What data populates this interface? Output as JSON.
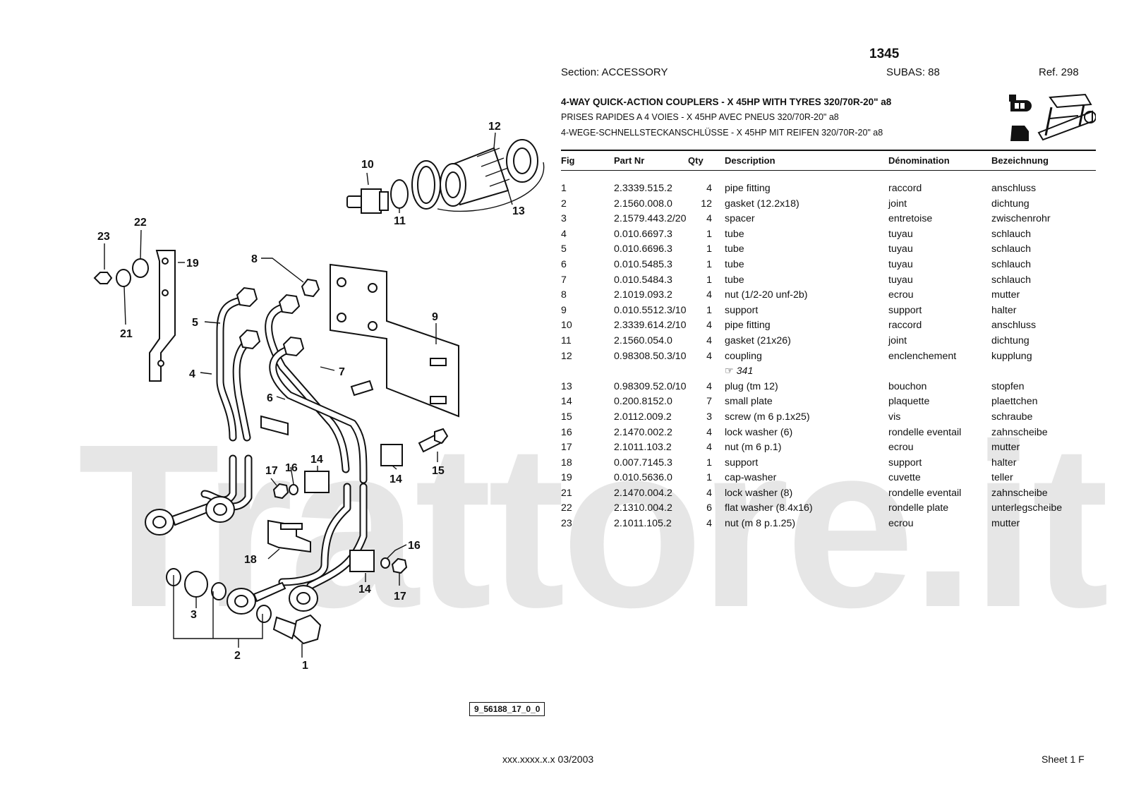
{
  "watermark": "Trattore.it",
  "header": {
    "page_number": "1345",
    "section": "Section: ACCESSORY",
    "subas": "SUBAS: 88",
    "ref": "Ref. 298",
    "title_en": "4-WAY QUICK-ACTION COUPLERS - X 45HP WITH TYRES 320/70R-20\" a8",
    "title_fr": "PRISES RAPIDES A 4 VOIES - X 45HP AVEC PNEUS 320/70R-20\" a8",
    "title_de": "4-WEGE-SCHNELLSTECKANSCHLÜSSE - X 45HP MIT REIFEN 320/70R-20\" a8"
  },
  "table": {
    "columns": [
      "Fig",
      "Part Nr",
      "Qty",
      "Description",
      "Dénomination",
      "Bezeichnung"
    ],
    "rows": [
      {
        "fig": "1",
        "part": "2.3339.515.2",
        "qty": "4",
        "desc": "pipe fitting",
        "den": "raccord",
        "bez": "anschluss"
      },
      {
        "fig": "2",
        "part": "2.1560.008.0",
        "qty": "12",
        "desc": "gasket (12.2x18)",
        "den": "joint",
        "bez": "dichtung"
      },
      {
        "fig": "3",
        "part": "2.1579.443.2/20",
        "qty": "4",
        "desc": "spacer",
        "den": "entretoise",
        "bez": "zwischenrohr"
      },
      {
        "fig": "4",
        "part": "0.010.6697.3",
        "qty": "1",
        "desc": "tube",
        "den": "tuyau",
        "bez": "schlauch"
      },
      {
        "fig": "5",
        "part": "0.010.6696.3",
        "qty": "1",
        "desc": "tube",
        "den": "tuyau",
        "bez": "schlauch"
      },
      {
        "fig": "6",
        "part": "0.010.5485.3",
        "qty": "1",
        "desc": "tube",
        "den": "tuyau",
        "bez": "schlauch"
      },
      {
        "fig": "7",
        "part": "0.010.5484.3",
        "qty": "1",
        "desc": "tube",
        "den": "tuyau",
        "bez": "schlauch"
      },
      {
        "fig": "8",
        "part": "2.1019.093.2",
        "qty": "4",
        "desc": "nut (1/2-20 unf-2b)",
        "den": "ecrou",
        "bez": "mutter"
      },
      {
        "fig": "9",
        "part": "0.010.5512.3/10",
        "qty": "1",
        "desc": "support",
        "den": "support",
        "bez": "halter"
      },
      {
        "fig": "10",
        "part": "2.3339.614.2/10",
        "qty": "4",
        "desc": "pipe fitting",
        "den": "raccord",
        "bez": "anschluss"
      },
      {
        "fig": "11",
        "part": "2.1560.054.0",
        "qty": "4",
        "desc": "gasket (21x26)",
        "den": "joint",
        "bez": "dichtung"
      },
      {
        "fig": "12",
        "part": "0.98308.50.3/10",
        "qty": "4",
        "desc": "coupling",
        "den": "enclenchement",
        "bez": "kupplung"
      },
      {
        "fig": "",
        "part": "",
        "qty": "",
        "desc": "☞    341",
        "den": "",
        "bez": ""
      },
      {
        "fig": "13",
        "part": "0.98309.52.0/10",
        "qty": "4",
        "desc": "plug (tm 12)",
        "den": "bouchon",
        "bez": "stopfen"
      },
      {
        "fig": "14",
        "part": "0.200.8152.0",
        "qty": "7",
        "desc": "small plate",
        "den": "plaquette",
        "bez": "plaettchen"
      },
      {
        "fig": "15",
        "part": "2.0112.009.2",
        "qty": "3",
        "desc": "screw (m 6 p.1x25)",
        "den": "vis",
        "bez": "schraube"
      },
      {
        "fig": "16",
        "part": "2.1470.002.2",
        "qty": "4",
        "desc": "lock washer (6)",
        "den": "rondelle eventail",
        "bez": "zahnscheibe"
      },
      {
        "fig": "17",
        "part": "2.1011.103.2",
        "qty": "4",
        "desc": "nut (m 6 p.1)",
        "den": "ecrou",
        "bez": "mutter"
      },
      {
        "fig": "18",
        "part": "0.007.7145.3",
        "qty": "1",
        "desc": "support",
        "den": "support",
        "bez": "halter"
      },
      {
        "fig": "19",
        "part": "0.010.5636.0",
        "qty": "1",
        "desc": "cap-washer",
        "den": "cuvette",
        "bez": "teller"
      },
      {
        "fig": "21",
        "part": "2.1470.004.2",
        "qty": "4",
        "desc": "lock washer (8)",
        "den": "rondelle eventail",
        "bez": "zahnscheibe"
      },
      {
        "fig": "22",
        "part": "2.1310.004.2",
        "qty": "6",
        "desc": "flat washer (8.4x16)",
        "den": "rondelle plate",
        "bez": "unterlegscheibe"
      },
      {
        "fig": "23",
        "part": "2.1011.105.2",
        "qty": "4",
        "desc": "nut (m 8 p.1.25)",
        "den": "ecrou",
        "bez": "mutter"
      }
    ]
  },
  "diagram": {
    "code": "9_56188_17_0_0",
    "labels": [
      "1",
      "2",
      "3",
      "4",
      "5",
      "6",
      "7",
      "8",
      "9",
      "10",
      "11",
      "12",
      "13",
      "14",
      "14",
      "14",
      "15",
      "16",
      "16",
      "17",
      "17",
      "18",
      "19",
      "21",
      "22",
      "23"
    ]
  },
  "footer": {
    "left": "xxx.xxxx.x.x  03/2003",
    "right": "Sheet 1 F"
  }
}
